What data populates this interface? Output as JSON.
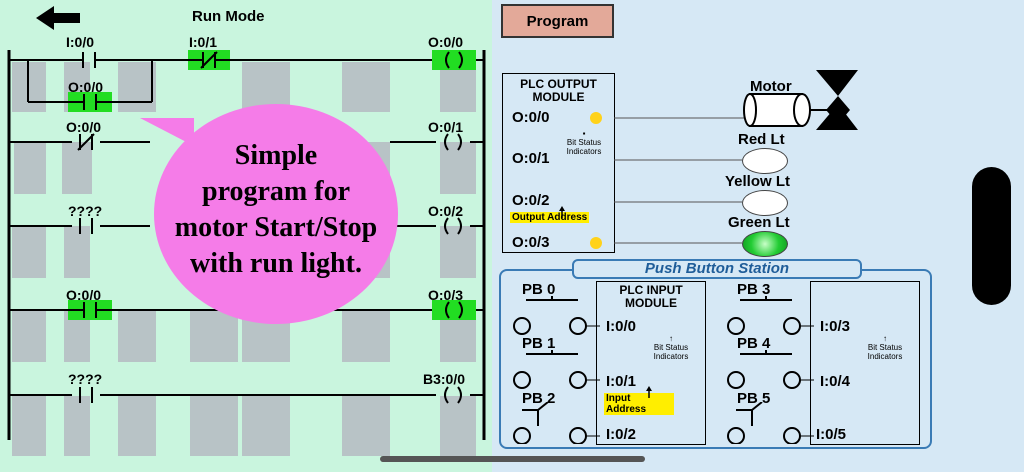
{
  "header": {
    "title": "Run Mode",
    "program_button": "Program"
  },
  "ladder": {
    "rung1": {
      "contact1": "I:0/0",
      "contact2": "I:0/1",
      "branch": "O:0/0",
      "coil": "O:0/0"
    },
    "rung2": {
      "contact": "O:0/0",
      "coil": "O:0/1"
    },
    "rung3": {
      "contact": "????",
      "coil": "O:0/2"
    },
    "rung4": {
      "contact": "O:0/0",
      "coil": "O:0/3"
    },
    "rung5": {
      "contact": "????",
      "coil": "B3:0/0"
    }
  },
  "callout": {
    "line1": "Simple",
    "line2": "program for",
    "line3": "motor Start/Stop",
    "line4": "with run light."
  },
  "output_module": {
    "title_line1": "PLC OUTPUT",
    "title_line2": "MODULE",
    "outputs": [
      "O:0/0",
      "O:0/1",
      "O:0/2",
      "O:0/3"
    ],
    "bit_status": "Bit Status Indicators",
    "output_address": "Output Address"
  },
  "devices": {
    "motor": "Motor",
    "red": "Red Lt",
    "yellow": "Yellow Lt",
    "green": "Green Lt"
  },
  "pb_station": {
    "title": "Push Button Station",
    "pb": [
      "PB 0",
      "PB 1",
      "PB 2",
      "PB 3",
      "PB 4",
      "PB 5"
    ],
    "input_title_line1": "PLC INPUT",
    "input_title_line2": "MODULE",
    "inputs_left": [
      "I:0/0",
      "I:0/1",
      "I:0/2"
    ],
    "inputs_right": [
      "I:0/3",
      "I:0/4",
      "I:0/5"
    ],
    "bit_status": "Bit Status Indicators",
    "input_address": "Input Address"
  },
  "colors": {
    "ladder_bg": "#c9f5de",
    "active": "#22dd22",
    "bubble": "#f57ce8",
    "lamp_on": "#22cc33",
    "indicator": "#ffd21a"
  }
}
